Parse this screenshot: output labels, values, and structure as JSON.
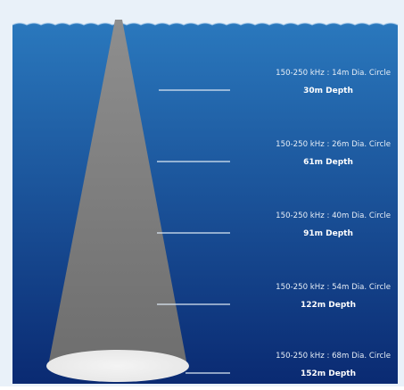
{
  "diagram": {
    "colors": {
      "page_border": "#e9f1f9",
      "water_top": "#2a78bd",
      "water_bottom": "#0a2a72",
      "beam_top": "#8e8e8e",
      "beam_bottom": "#6e6e6e",
      "footprint": "#e8e8e8",
      "leader_line": "#dce8f4",
      "label_text": "#e6eef7"
    },
    "depth_markers": [
      {
        "frequency_label": "150-250 kHz : 14m Dia. Circle",
        "depth_label": "30m Depth"
      },
      {
        "frequency_label": "150-250 kHz : 26m Dia. Circle",
        "depth_label": "61m Depth"
      },
      {
        "frequency_label": "150-250 kHz : 40m Dia. Circle",
        "depth_label": "91m Depth"
      },
      {
        "frequency_label": "150-250 kHz : 54m Dia. Circle",
        "depth_label": "122m Depth"
      },
      {
        "frequency_label": "150-250 kHz : 68m Dia. Circle",
        "depth_label": "152m Depth"
      }
    ]
  }
}
